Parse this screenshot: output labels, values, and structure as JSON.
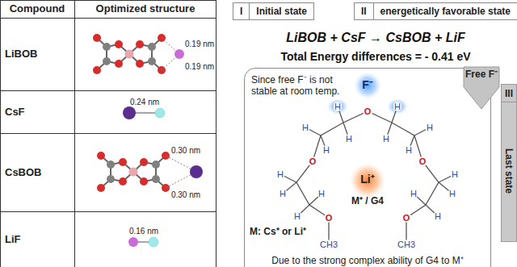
{
  "diagram": {
    "nodes": [
      {
        "text": [
          "I",
          "Initial state"
        ]
      },
      {
        "text": [
          "II",
          "energetically favorable state"
        ]
      },
      {
        "text": [
          "Since free F⁻ is not stable at room temp.",
          "M: Cs⁺ or Li⁺",
          "Due to the strong complex ability of G4 to M⁺"
        ]
      },
      {
        "text": [
          "Free F⁻"
        ]
      },
      {
        "text": [
          "III",
          "Last state"
        ]
      }
    ],
    "labels": [
      "Compound",
      "Optimized structure",
      "LiBOB",
      "0.19 nm",
      "0.19 nm",
      "CsF",
      "0.24 nm",
      "CsBOB",
      "0.30 nm",
      "0.30 nm",
      "LiF",
      "0.16 nm",
      "LiBOB + CsF → CsBOB + LiF",
      "Total Energy differences = - 0.41 eV",
      "F⁻",
      "H",
      "H",
      "H",
      "H",
      "H",
      "H",
      "H",
      "H",
      "H",
      "H",
      "H",
      "H",
      "H",
      "H",
      "H",
      "H",
      "O",
      "O",
      "O",
      "O",
      "O",
      "CH3",
      "CH3",
      "Li⁺",
      "M⁺ / G4"
    ]
  }
}
